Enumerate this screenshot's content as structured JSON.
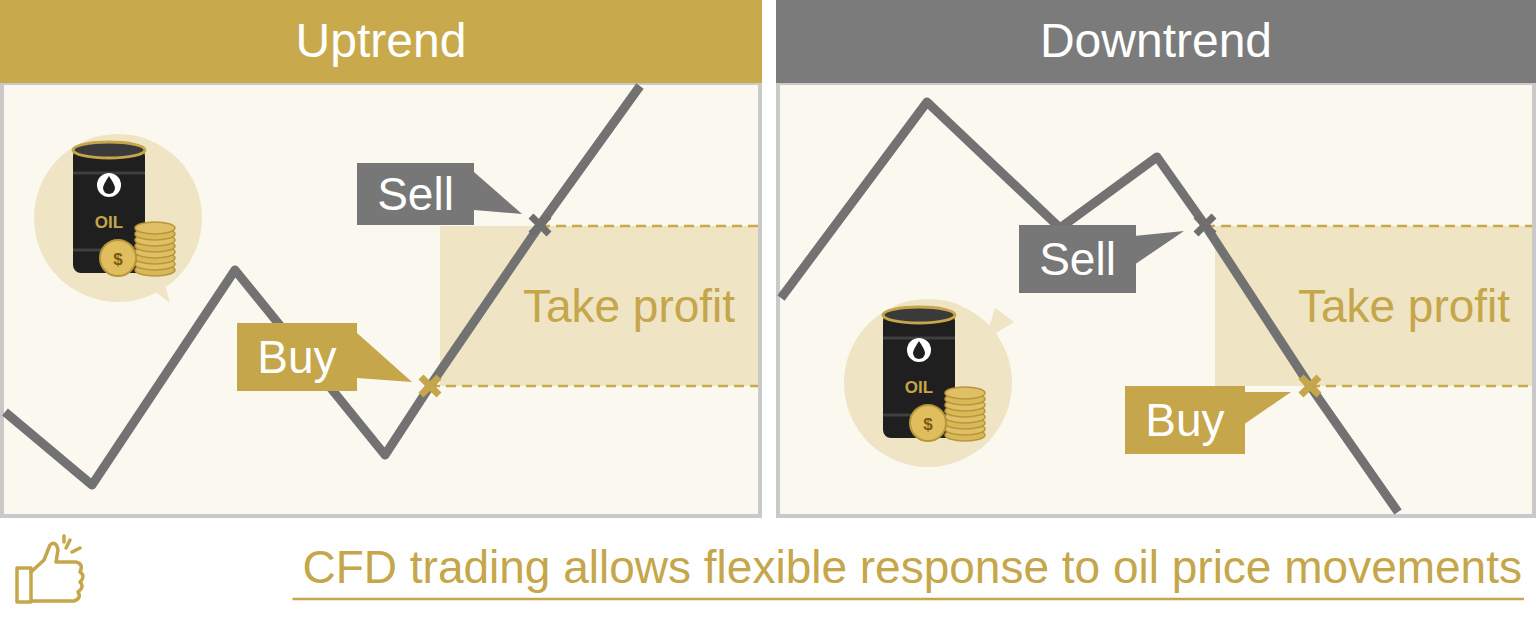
{
  "diagram": {
    "caption": "CFD trading allows flexible response to oil price movements",
    "nodes": [
      {
        "text": [
          "Uptrend"
        ]
      },
      {
        "text": [
          "Sell"
        ]
      },
      {
        "text": [
          "Buy"
        ]
      },
      {
        "text": [
          "Take profit"
        ]
      },
      {
        "text": [
          "Downtrend"
        ]
      },
      {
        "text": [
          "Sell"
        ]
      },
      {
        "text": [
          "Buy"
        ]
      },
      {
        "text": [
          "Take profit"
        ]
      }
    ],
    "labels": [
      "OIL",
      "$",
      "OIL",
      "$"
    ]
  }
}
